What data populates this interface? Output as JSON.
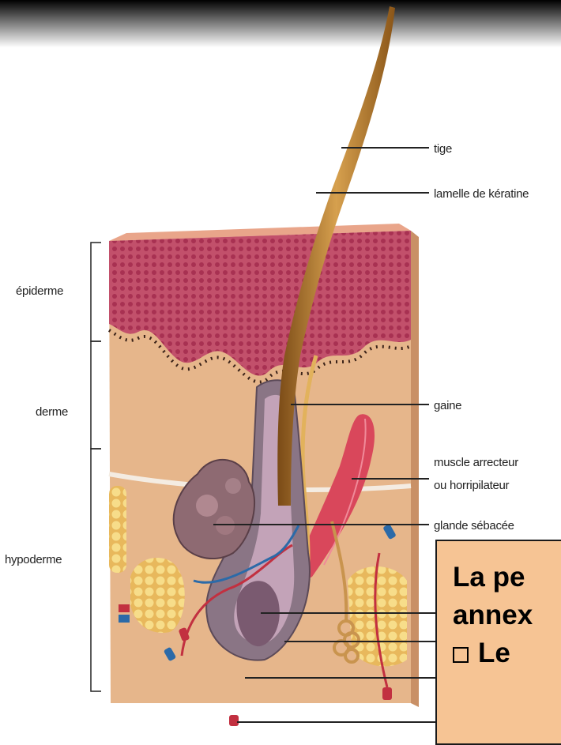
{
  "labels": {
    "tige": "tige",
    "lamelle": "lamelle de kératine",
    "epiderme": "épiderme",
    "derme": "derme",
    "hypoderme": "hypoderme",
    "gaine": "gaine",
    "muscle_line1": "muscle arrecteur",
    "muscle_line2": "ou horripilateur",
    "glande": "glande sébacée"
  },
  "callout": {
    "line1": "La pe",
    "line2": "annex",
    "line3": "Le"
  },
  "colors": {
    "callout_bg": "#f6c494",
    "epidermis": "#b83a5a",
    "dermis": "#e9b98f",
    "hair": "#b7772d",
    "fat": "#f2d27a",
    "muscle": "#d9475b"
  }
}
